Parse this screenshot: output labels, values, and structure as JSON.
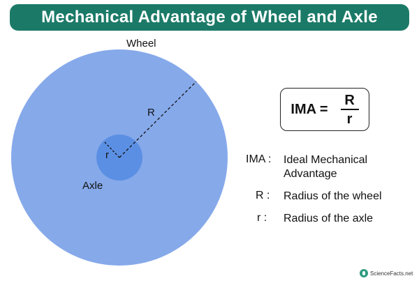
{
  "title": "Mechanical Advantage of Wheel and Axle",
  "diagram": {
    "wheel_label": "Wheel",
    "axle_label": "Axle",
    "wheel_radius_label": "R",
    "axle_radius_label": "r",
    "colors": {
      "wheel": "#86a9ea",
      "axle": "#5b8fe3",
      "title_bg": "#1b7a67"
    }
  },
  "formula": {
    "lhs": "IMA =",
    "numerator": "R",
    "denominator": "r"
  },
  "legend": [
    {
      "key": "IMA :",
      "value": "Ideal Mechanical Advantage"
    },
    {
      "key": "R   :",
      "value": "Radius of the wheel"
    },
    {
      "key": "r   :",
      "value": "Radius of the axle"
    }
  ],
  "footer": {
    "brand": "ScienceFacts.net"
  }
}
